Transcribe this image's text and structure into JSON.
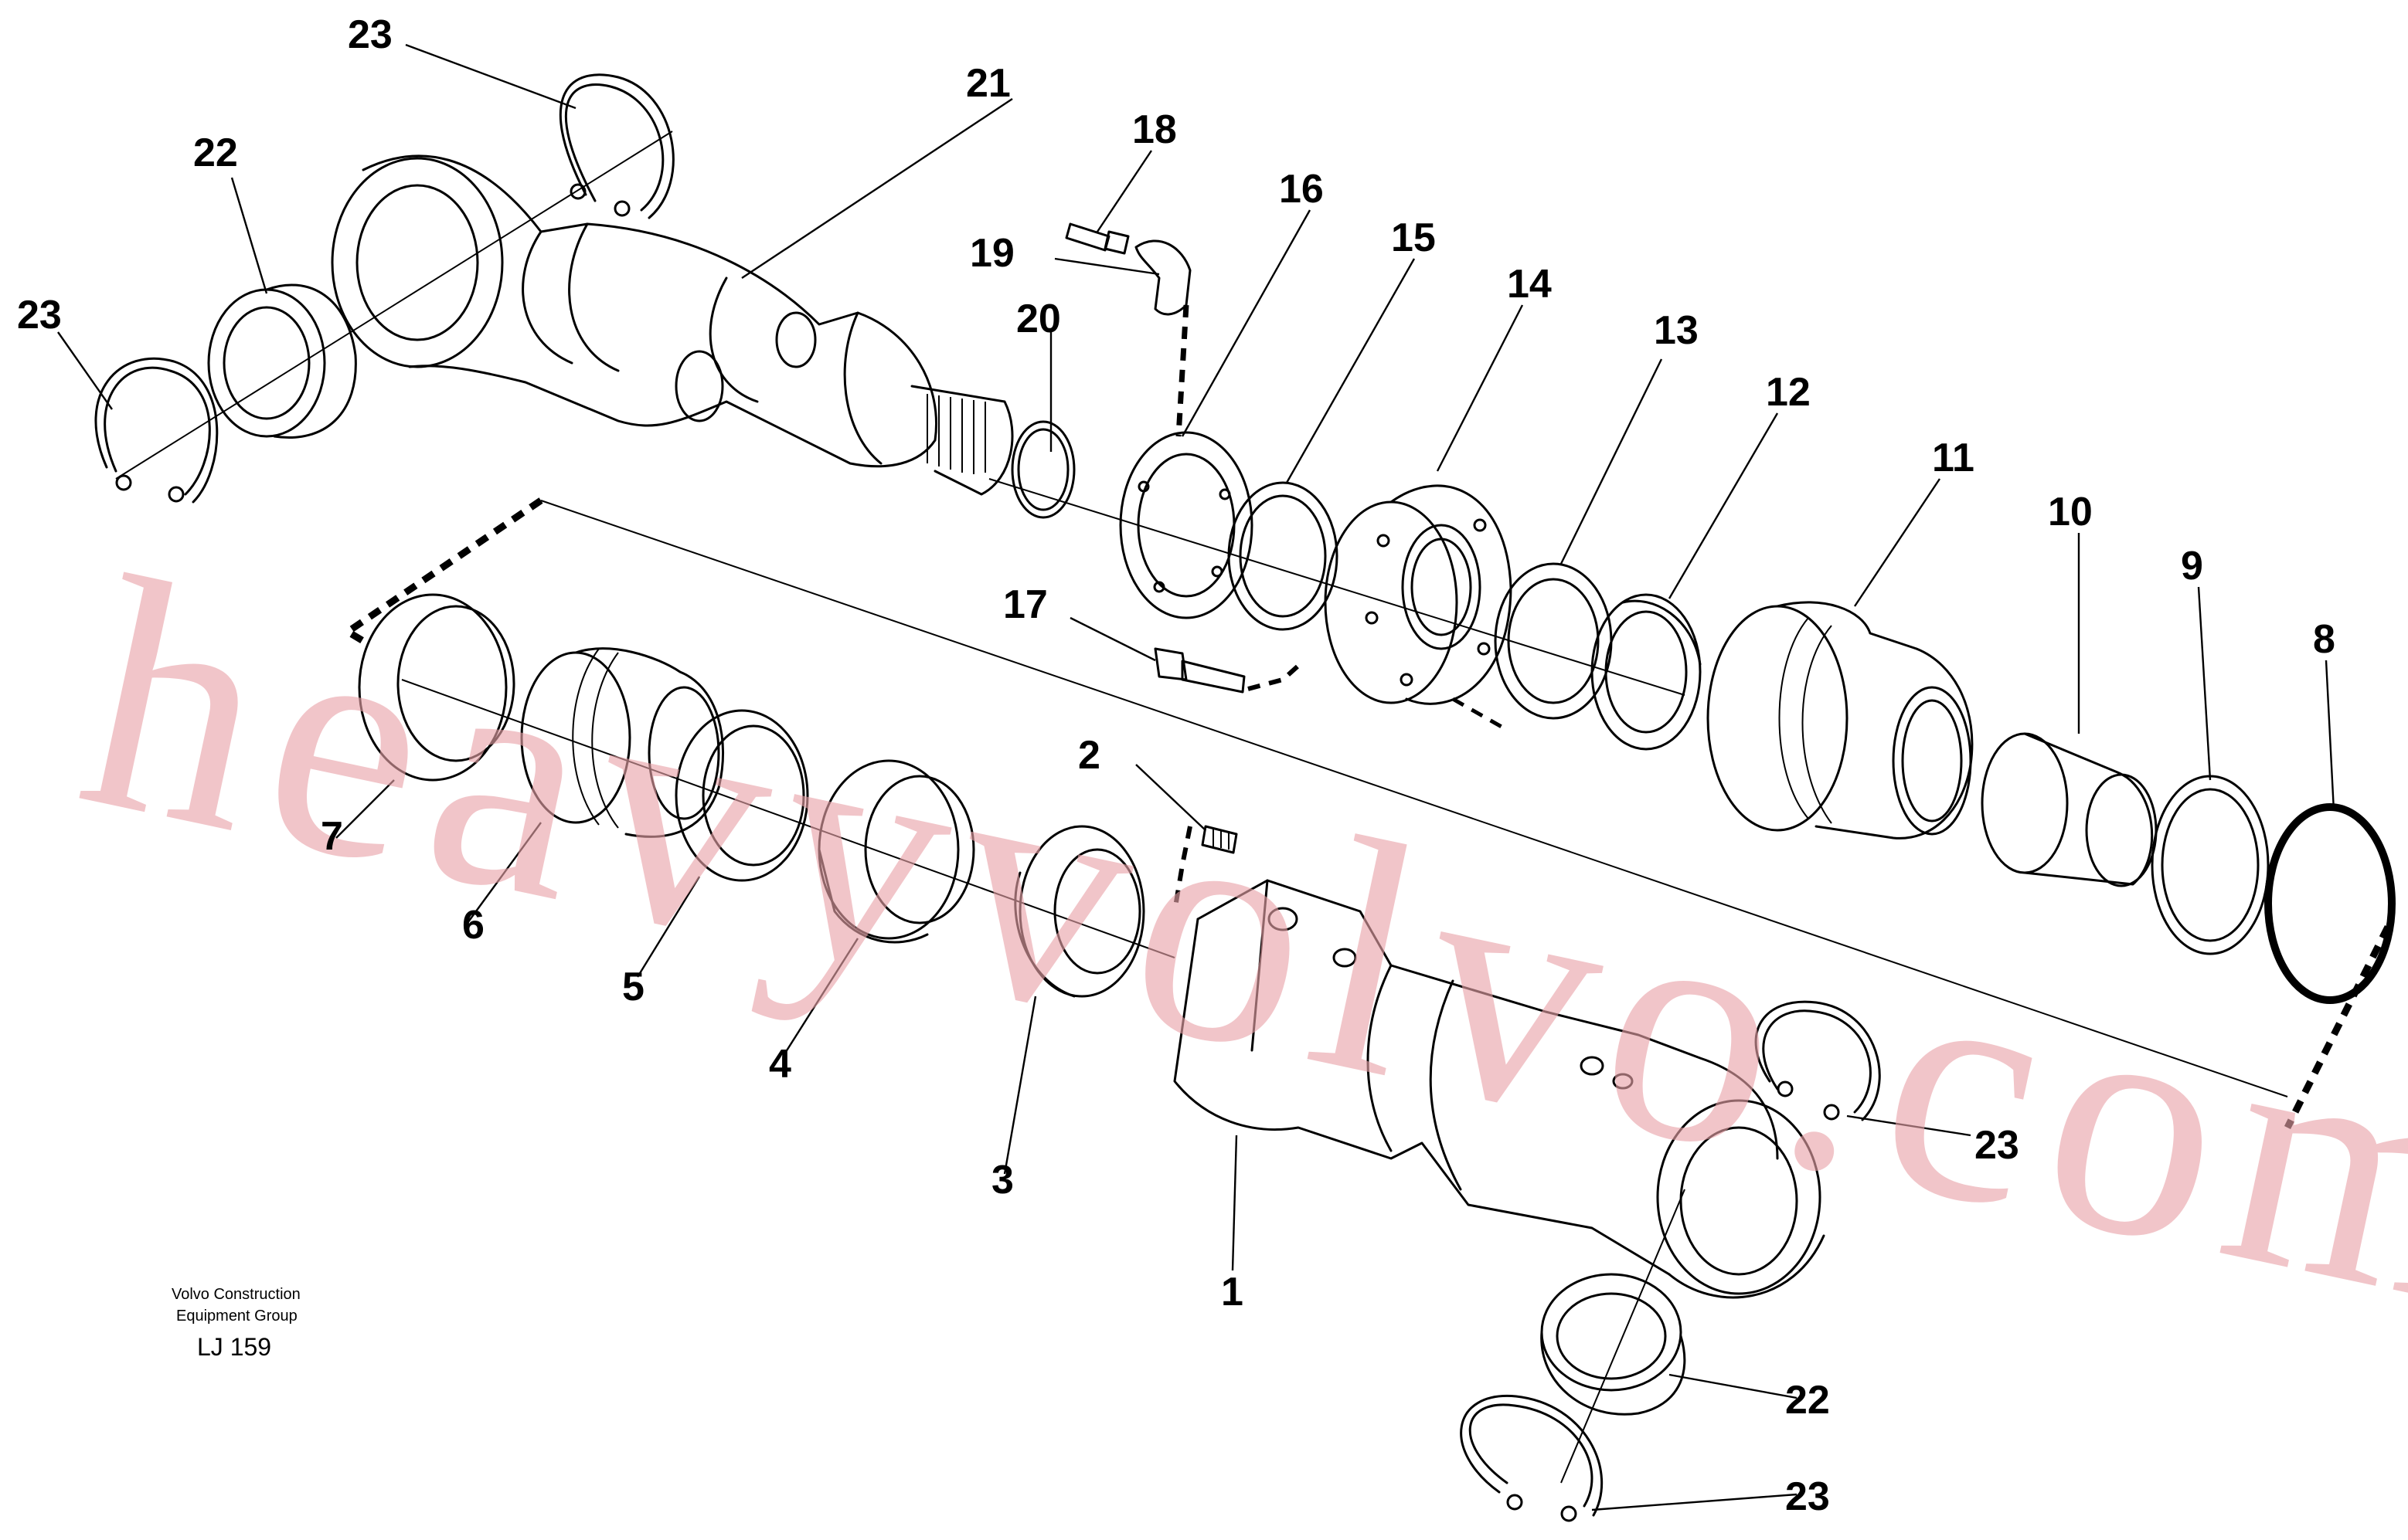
{
  "callouts": {
    "c1": "1",
    "c2": "2",
    "c3": "3",
    "c4": "4",
    "c5": "5",
    "c6": "6",
    "c7": "7",
    "c8": "8",
    "c9": "9",
    "c10": "10",
    "c11": "11",
    "c12": "12",
    "c13": "13",
    "c14": "14",
    "c15": "15",
    "c16": "16",
    "c17": "17",
    "c18": "18",
    "c19": "19",
    "c20": "20",
    "c21": "21",
    "c22a": "22",
    "c22b": "22",
    "c23a": "23",
    "c23b": "23",
    "c23c": "23",
    "c23d": "23"
  },
  "credit": {
    "line1": "Volvo Construction",
    "line2": "Equipment Group"
  },
  "drawing_code": "LJ 159",
  "watermark": "heavyvolvo.com"
}
